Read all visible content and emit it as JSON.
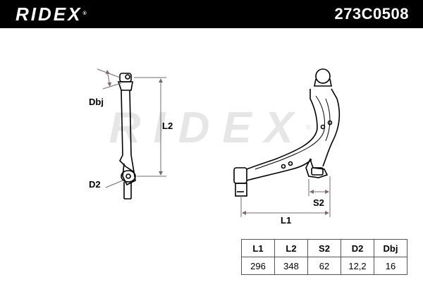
{
  "header": {
    "brand": "RIDEX",
    "brand_mark": "®",
    "part_number": "273C0508"
  },
  "watermark": {
    "text": "RIDEX",
    "mark": "®"
  },
  "dimensions": {
    "dbj": "Dbj",
    "l2": "L2",
    "d2": "D2",
    "s2": "S2",
    "l1": "L1"
  },
  "specs": {
    "headers": [
      "L1",
      "L2",
      "S2",
      "D2",
      "Dbj"
    ],
    "values": [
      "296",
      "348",
      "62",
      "12,2",
      "16"
    ]
  },
  "colors": {
    "header_bg": "#000000",
    "header_text": "#ffffff",
    "watermark": "#e6e6e6",
    "dimension_line": "#7a6a6a"
  }
}
